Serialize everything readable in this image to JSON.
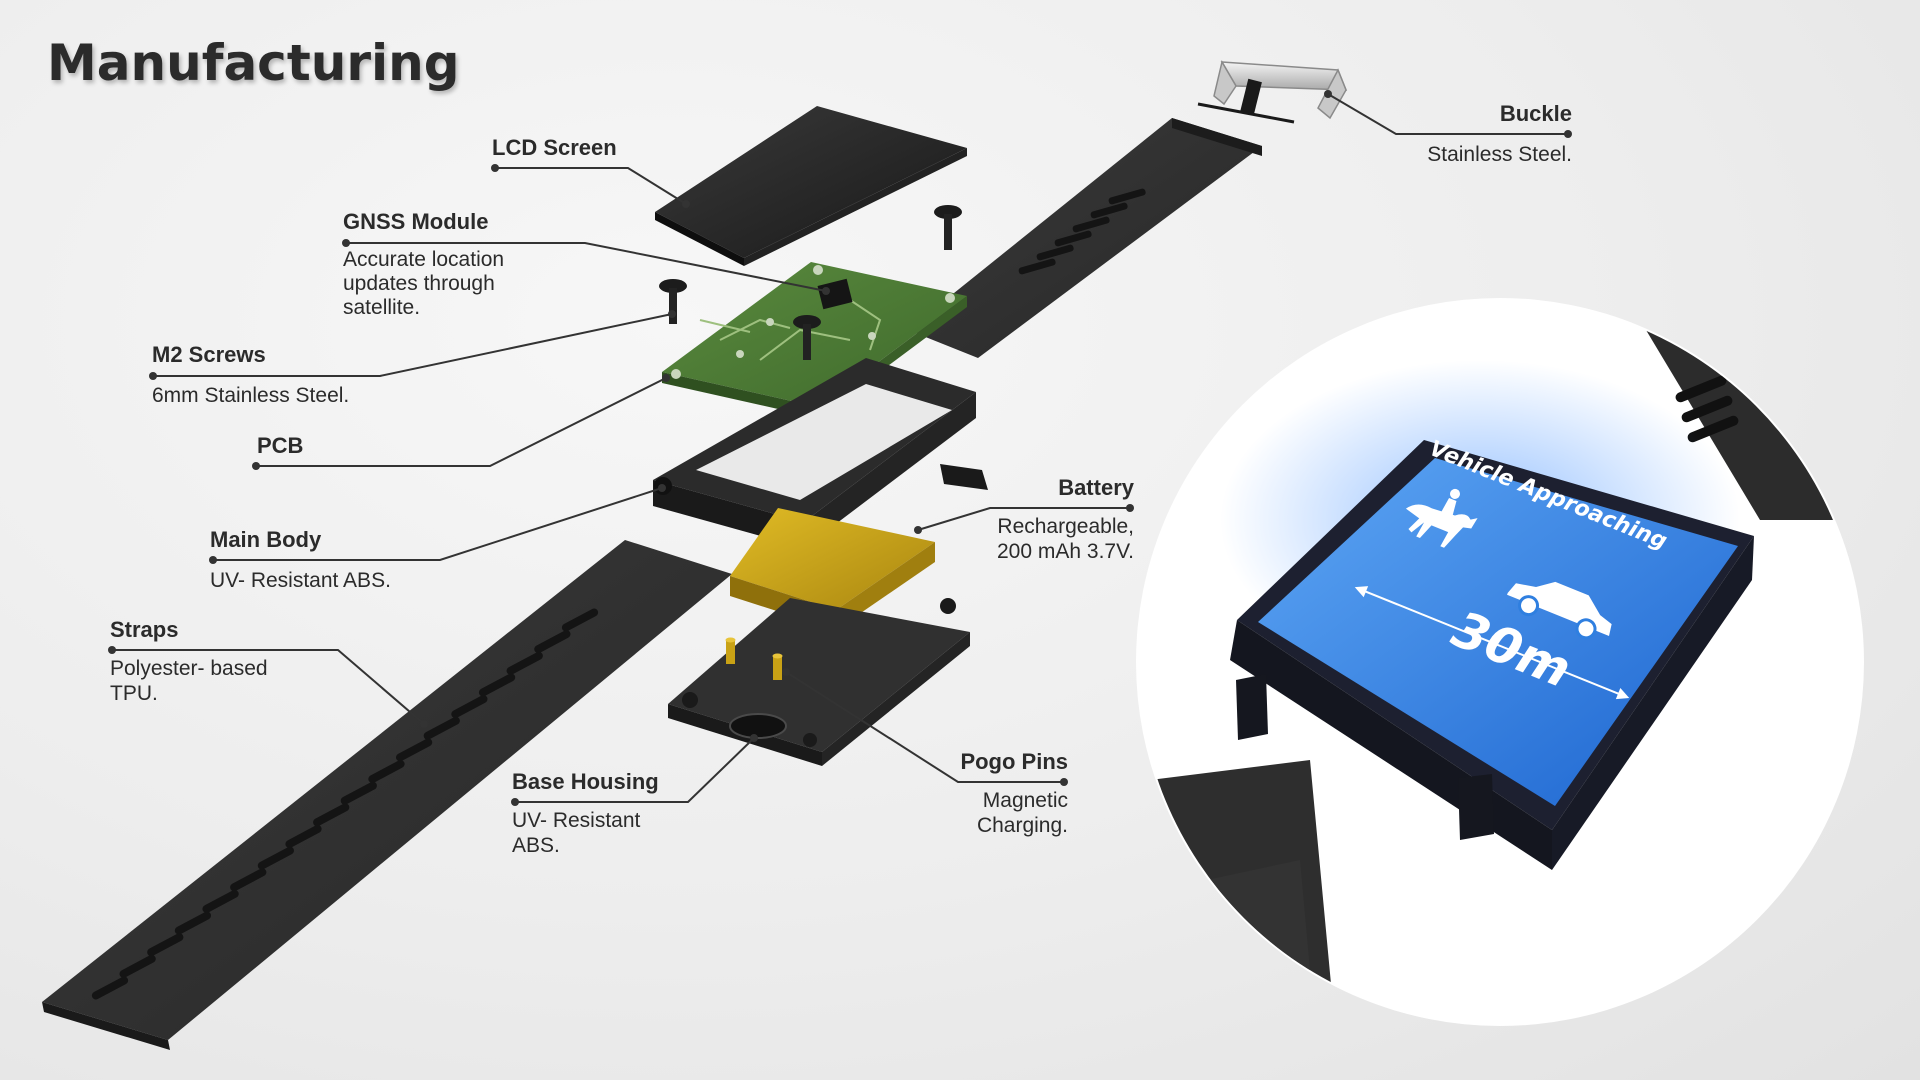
{
  "title": "Manufacturing",
  "components": {
    "lcd": {
      "name": "LCD Screen"
    },
    "gnss": {
      "name": "GNSS Module",
      "desc": "Accurate location\nupdates through\nsatellite."
    },
    "screws": {
      "name": "M2 Screws",
      "desc": "6mm Stainless Steel."
    },
    "pcb": {
      "name": "PCB"
    },
    "main_body": {
      "name": "Main Body",
      "desc": "UV- Resistant ABS."
    },
    "straps": {
      "name": "Straps",
      "desc": "Polyester- based\nTPU."
    },
    "base_housing": {
      "name": "Base Housing",
      "desc": "UV- Resistant\nABS."
    },
    "pogo_pins": {
      "name": "Pogo Pins",
      "desc": "Magnetic\nCharging."
    },
    "battery": {
      "name": "Battery",
      "desc": "Rechargeable,\n200 mAh 3.7V."
    },
    "buckle": {
      "name": "Buckle",
      "desc": "Stainless Steel."
    }
  },
  "watch_screen": {
    "alert": "Vehicle Approaching",
    "distance": "30m",
    "icons": [
      "horse-rider-icon",
      "car-icon",
      "double-arrow-icon"
    ]
  },
  "colors": {
    "screen_blue": "#2f7fe0",
    "pcb_green": "#4c7a36",
    "battery_amber": "#c9a215",
    "body_dark": "#2a2a2a",
    "leader_line": "#333333"
  }
}
